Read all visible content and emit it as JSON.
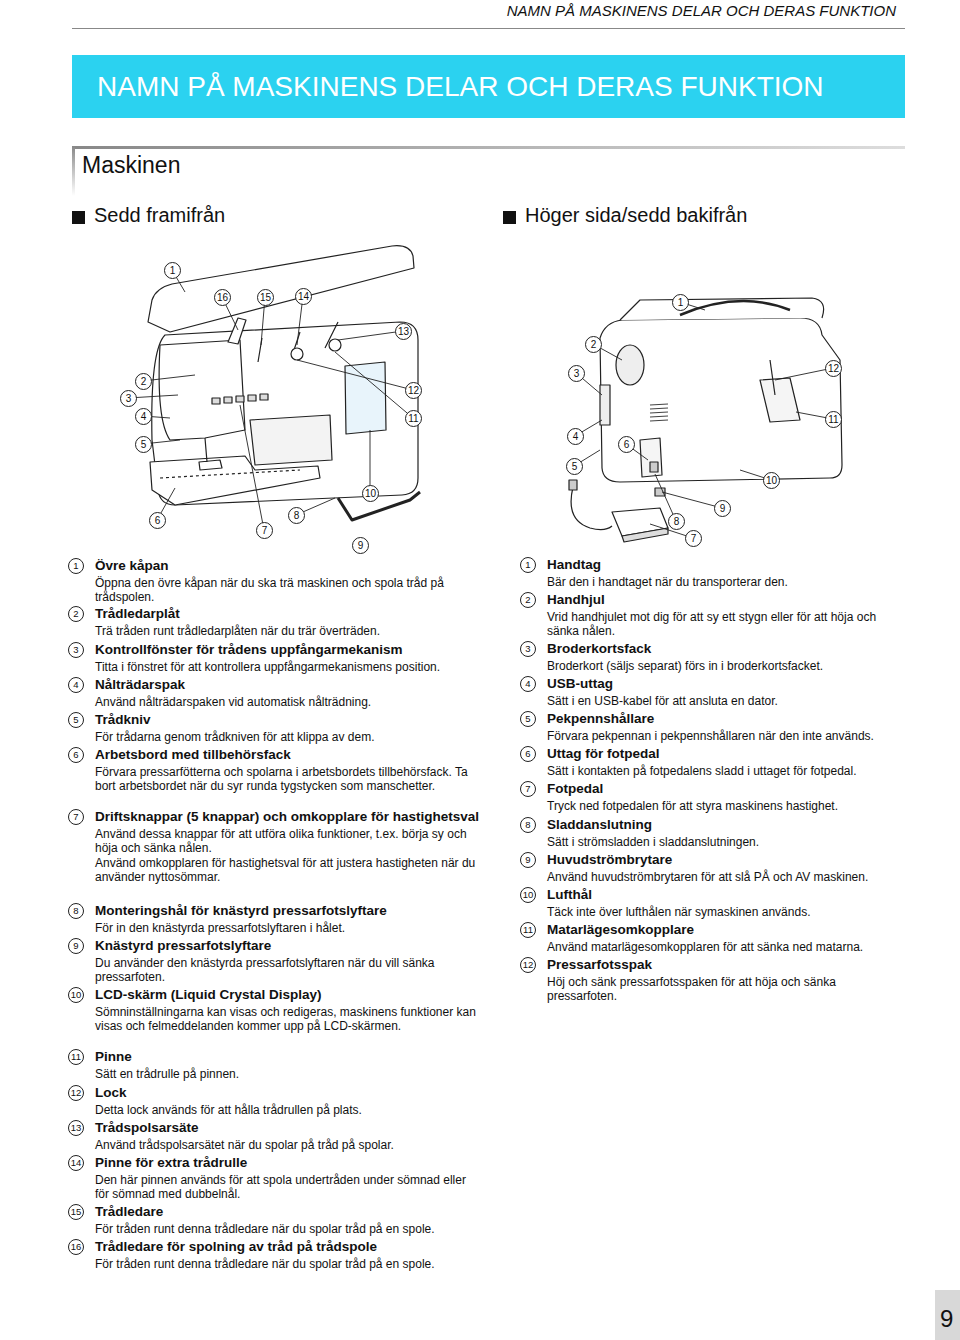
{
  "diagram": {
    "title": "NAMN PÅ MASKINENS DELAR OCH DERAS FUNKTION",
    "labels": [
      "NAMN PÅ MASKINENS DELAR OCH DERAS FUNKTION",
      "Maskinen",
      "Sedd framifrån",
      "Höger sida/sedd bakifrån",
      "1",
      "2",
      "3",
      "4",
      "5",
      "6",
      "7",
      "8",
      "9",
      "10",
      "11",
      "12",
      "13",
      "14",
      "15",
      "16",
      "1",
      "2",
      "3",
      "4",
      "5",
      "6",
      "7",
      "8",
      "9",
      "10",
      "11",
      "12",
      "1",
      "Övre kåpan",
      "Öppna den övre kåpan när du ska trä maskinen och spola tråd på trådspolen.",
      "2",
      "Trådledarplåt",
      "Trä tråden runt trådledarplåten när du trär överträden.",
      "3",
      "Kontrollfönster för trådens uppfångarmekanism",
      "Titta i fönstret för att kontrollera uppfångarmekanismens position.",
      "4",
      "Nålträdarspak",
      "Använd nålträdarspaken vid automatisk nålträdning.",
      "5",
      "Trådkniv",
      "För trådarna genom trådkniven för att klippa av dem.",
      "6",
      "Arbetsbord med tillbehörsfack",
      "Förvara pressarfötterna och spolarna i arbetsbordets tillbehörsfack. Ta bort arbetsbordet när du syr runda tygstycken som manschetter.",
      "7",
      "Driftsknappar (5 knappar) och omkopplare för hastighetsval",
      "Använd dessa knappar för att utföra olika funktioner, t.ex. börja sy och höja och sänka nålen.",
      "Använd omkopplaren för hastighetsval för att justera hastigheten när du använder nyttosömmar.",
      "8",
      "Monteringshål för knästyrd pressarfotslyftare",
      "För in den knästyrda pressarfotslyftaren i hålet.",
      "9",
      "Knästyrd pressarfotslyftare",
      "Du använder den knästyrda pressarfotslyftaren när du vill sänka pressarfoten.",
      "10",
      "LCD-skärm (Liquid Crystal Display)",
      "Sömninställningarna kan visas och redigeras, maskinens funktioner kan visas och felmeddelanden kommer upp på LCD-skärmen.",
      "11",
      "Pinne",
      "Sätt en trådrulle på pinnen.",
      "12",
      "Lock",
      "Detta lock används för att hålla trådrullen på plats.",
      "13",
      "Trådspolsarsäte",
      "Använd trådspolsarsätet när du spolar på tråd på spolar.",
      "14",
      "Pinne för extra trådrulle",
      "Den här pinnen används för att spola undertråden under sömnad eller för sömnad med dubbelnål.",
      "15",
      "Trådledare",
      "För tråden runt denna trådledare när du spolar tråd på en spole.",
      "16",
      "Trådledare för spolning av tråd på trådspole",
      "För tråden runt denna trådledare när du spolar tråd på en spole.",
      "1",
      "Handtag",
      "Bär den i handtaget när du transporterar den.",
      "2",
      "Handhjul",
      "Vrid handhjulet mot dig för att sy ett stygn eller för att höja och sänka nålen.",
      "3",
      "Broderkortsfack",
      "Broderkort (säljs separat) förs in i broderkortsfacket.",
      "4",
      "USB-uttag",
      "Sätt i en USB-kabel för att ansluta en dator.",
      "5",
      "Pekpennshållare",
      "Förvara pekpennan i pekpennshållaren när den inte används.",
      "6",
      "Uttag för fotpedal",
      "Sätt i kontakten på fotpedalens sladd i uttaget för fotpedal.",
      "7",
      "Fotpedal",
      "Tryck ned fotpedalen för att styra maskinens hastighet.",
      "8",
      "Sladdanslutning",
      "Sätt i strömsladden i sladdanslutningen.",
      "9",
      "Huvudströmbrytare",
      "Använd huvudströmbrytaren för att slå PÅ och AV maskinen.",
      "10",
      "Lufthål",
      "Täck inte över lufthålen när symaskinen används.",
      "11",
      "Matarlägesomkopplare",
      "Använd matarlägesomkopplaren för att sänka ned matarna.",
      "12",
      "Pressarfotsspak",
      "Höj och sänk pressarfotsspaken för att höja och sänka pressarfoten.",
      "9"
    ]
  }
}
